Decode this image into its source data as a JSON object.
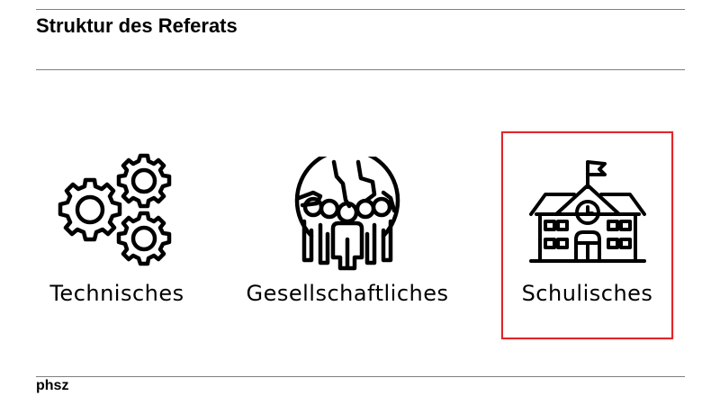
{
  "header": {
    "title": "Struktur des Referats"
  },
  "cards": [
    {
      "label": "Technisches",
      "icon": "gears-icon",
      "selected": false
    },
    {
      "label": "Gesellschaftliches",
      "icon": "globe-people-icon",
      "selected": false
    },
    {
      "label": "Schulisches",
      "icon": "school-building-icon",
      "selected": true
    }
  ],
  "footer": {
    "brand": "phsz"
  },
  "colors": {
    "selection_border": "#e0262b",
    "rule": "#7f7f7f"
  }
}
